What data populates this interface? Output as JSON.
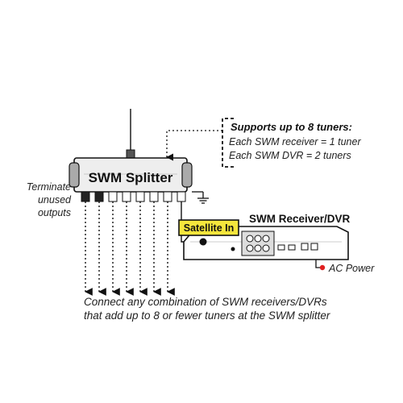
{
  "labels": {
    "splitter": "SWM Splitter",
    "terminate_line1": "Terminate",
    "terminate_line2": "unused",
    "terminate_line3": "outputs",
    "supports_title": "Supports up to 8 tuners:",
    "receiver_rule": "Each SWM receiver = 1 tuner",
    "dvr_rule": "Each SWM DVR = 2 tuners",
    "receiver_title": "SWM Receiver/DVR",
    "satellite_in": "Satellite In",
    "ac_power": "AC Power",
    "caption_line1": "Connect any combination of SWM receivers/DVRs",
    "caption_line2": "that add up to 8 or fewer tuners at the SWM splitter"
  },
  "colors": {
    "satellite_in_fill": "#f5e63c",
    "power_dot": "#e02020",
    "line": "#111111"
  },
  "icons": {
    "antenna": "antenna-icon",
    "ground": "ground-icon",
    "arrow": "arrow-down-icon"
  }
}
